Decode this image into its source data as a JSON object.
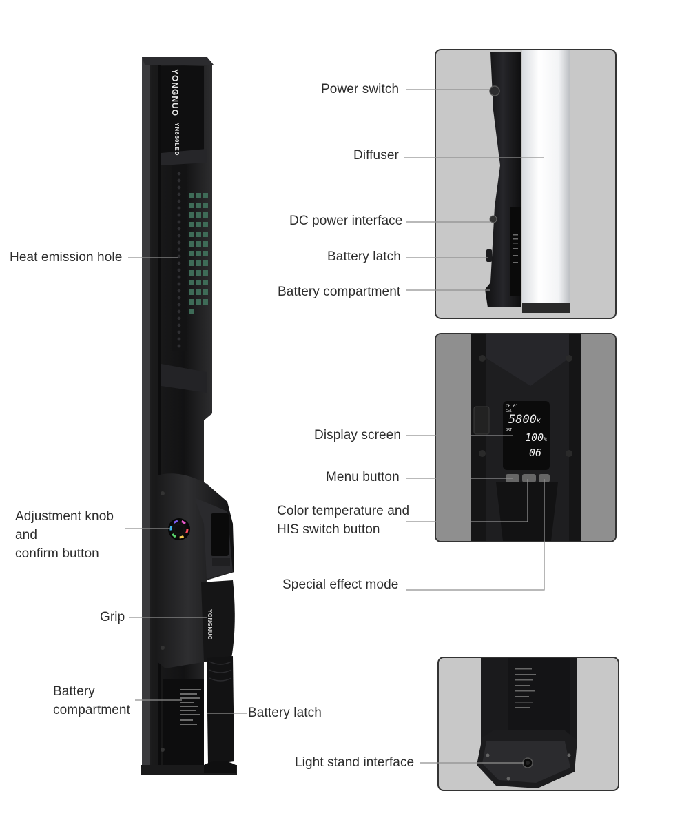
{
  "product": {
    "brand": "YONGNUO",
    "model": "YN660LED"
  },
  "lcd": {
    "top_line": "CH 01  ",
    "mode_small": "Gel",
    "cct": "5800",
    "cct_unit": "K",
    "bri_small": "BRT",
    "brightness": "100",
    "brightness_unit": "%",
    "value3": "06"
  },
  "callouts": {
    "heat_emission_hole": "Heat emission hole",
    "adjustment_knob": "Adjustment knob\nand\nconfirm button",
    "grip": "Grip",
    "battery_compartment_main": "Battery\ncompartment",
    "battery_latch_main": "Battery latch",
    "power_switch": "Power switch",
    "diffuser": "Diffuser",
    "dc_power_interface": "DC power interface",
    "battery_latch_side": "Battery latch",
    "battery_compartment_side": "Battery compartment",
    "display_screen": "Display screen",
    "menu_button": "Menu button",
    "color_temp_button": "Color temperature and\nHIS switch button",
    "special_effect_mode": "Special effect mode",
    "light_stand_interface": "Light stand interface"
  },
  "colors": {
    "leader_line": "#8f8f8f",
    "panel_bg": "#c9c9c9",
    "panel_border": "#3a3a3a",
    "device_body": "#1b1b1d",
    "lcd_bg": "#0b0b0b"
  }
}
